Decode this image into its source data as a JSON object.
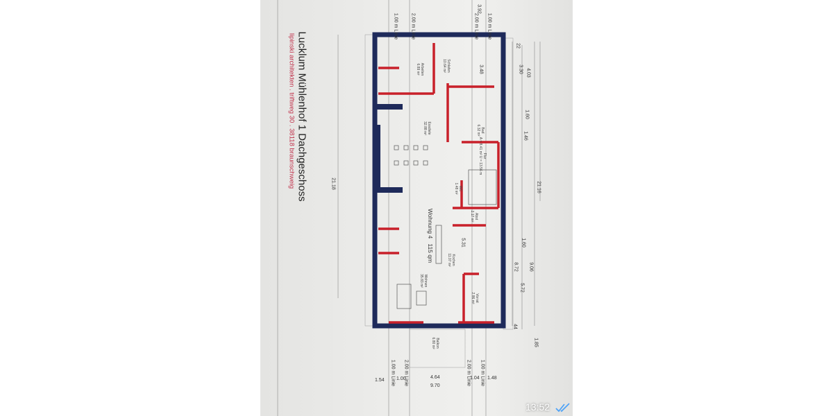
{
  "plan": {
    "title": "Lucklum Mühlenhof 1  Dachgeschoss",
    "architect": "lipinski architekten . triftweg 30 . 38118 braunschweig",
    "rooms": [
      {
        "name": "Arbeiten",
        "area": "6.89 m²"
      },
      {
        "name": "Schlafen",
        "area": "10.64 m²"
      },
      {
        "name": "Essdiele",
        "area": "32.88 m²"
      },
      {
        "name": "Bad",
        "area": "6.32 m²"
      },
      {
        "name": "Flur",
        "area": "A = 8.41 m²  U = 13.56 m"
      },
      {
        "name": "WC",
        "area": "1.48 m²"
      },
      {
        "name": "Wohnung 4",
        "area": "115 qm"
      },
      {
        "name": "Abst",
        "area": "2.17 m²"
      },
      {
        "name": "Kochen",
        "area": "11.07 m²"
      },
      {
        "name": "Wohnen",
        "area": "35.83 m²"
      },
      {
        "name": "Vorrat",
        "area": "2.86 m²"
      },
      {
        "name": "Balkon",
        "area": "6.80 m²"
      }
    ],
    "dimensions": [
      "3.92",
      "1.00 m Linie",
      "2.00 m Linie",
      "2.00 m Linie",
      "1.00 m Linie",
      "3.48",
      "5.31",
      "22",
      "3.30",
      "4.03",
      "1.60",
      "1.46",
      "21.16",
      "1.60",
      "8.72",
      "9.06",
      "5.72",
      "44",
      "1.85",
      "21.18",
      "1.00 m Linie",
      "2.00 m Linie",
      "2.00 m Linie",
      "1.00 m Linie",
      "1.54",
      "1.00",
      "4.64",
      "9.70",
      "1.04",
      "1.48"
    ],
    "colors": {
      "outer_wall": "#1e2a5a",
      "inner_wall": "#c8202a",
      "paper": "#ececea"
    }
  },
  "message": {
    "time": "13:52",
    "status_icon": "double-check-icon",
    "check_color": "#4fa3f7"
  }
}
